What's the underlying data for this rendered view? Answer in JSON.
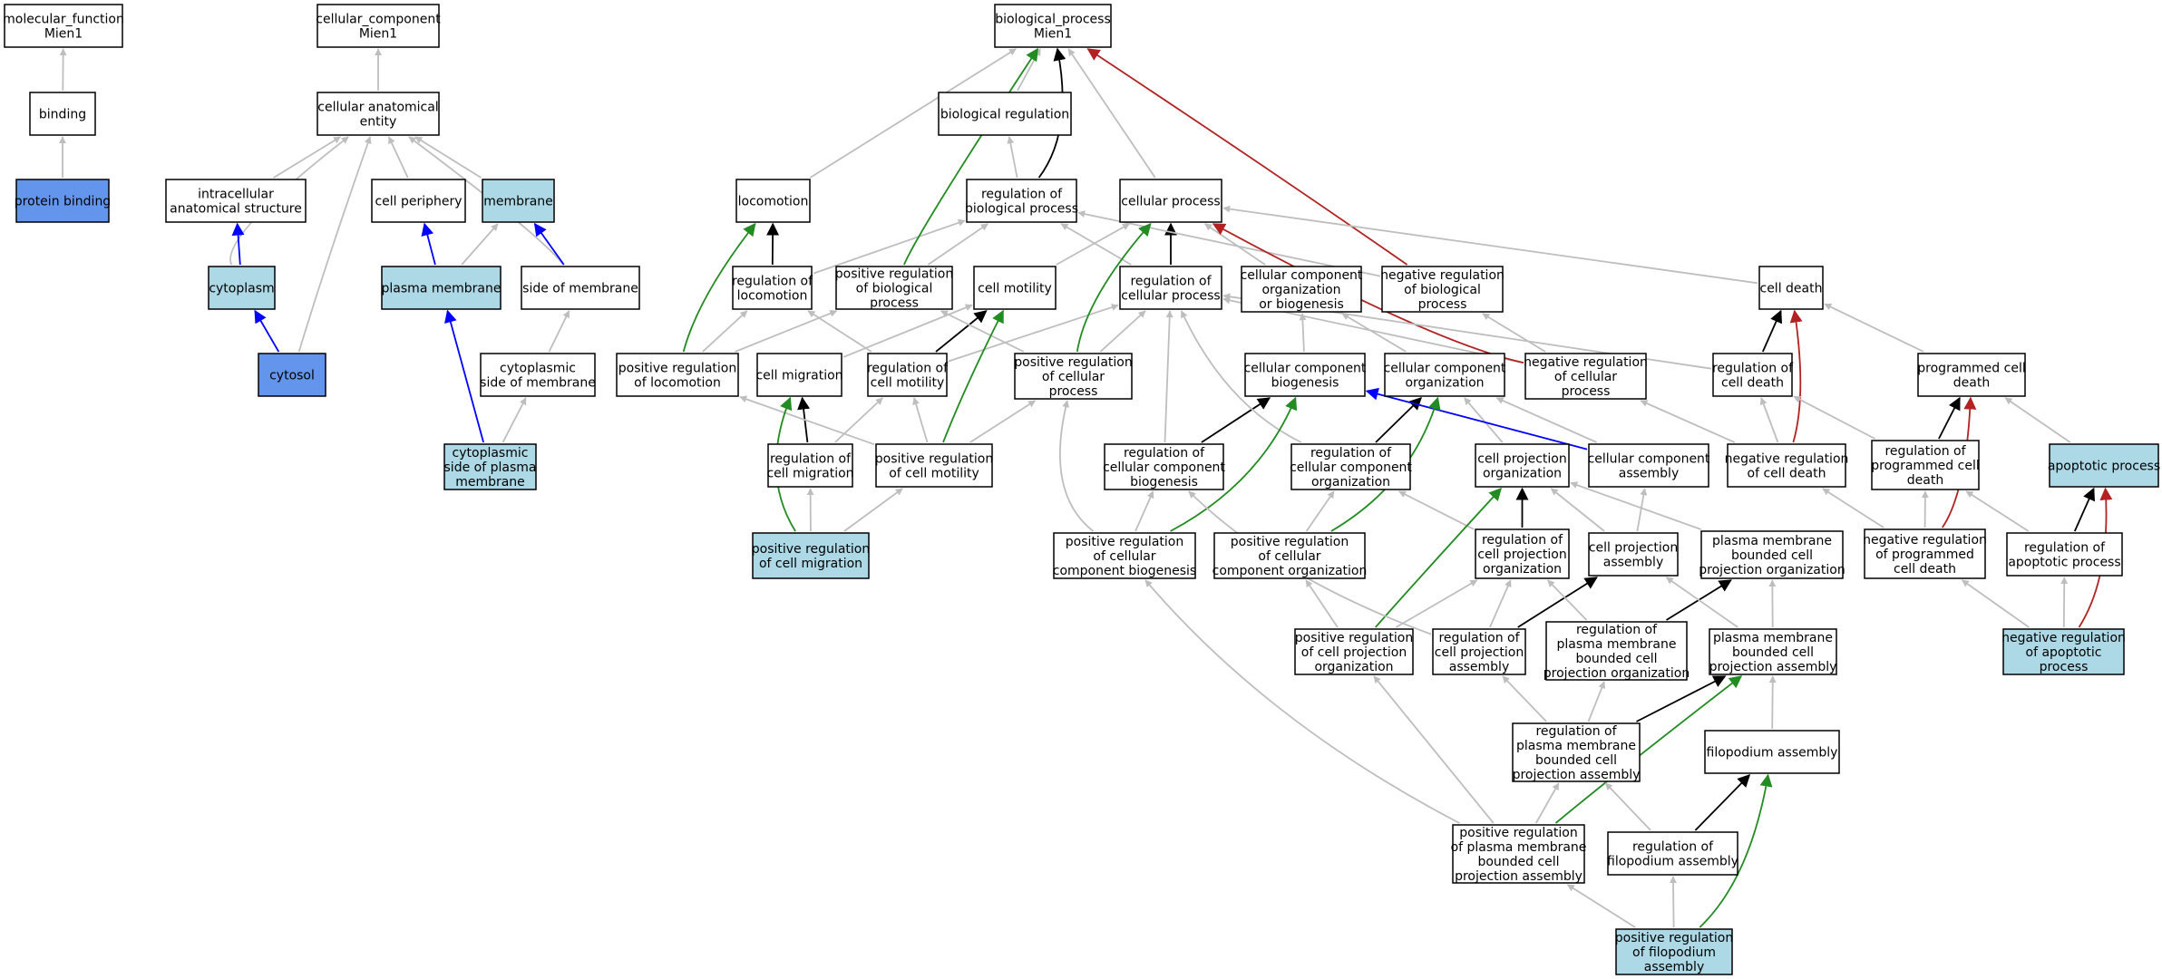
{
  "colors": {
    "background": "#ffffff",
    "node_default": "#ffffff",
    "node_light_blue": "#add8e6",
    "node_blue": "#6495ed",
    "edge_is_a": "#bebebe",
    "edge_part_of": "#0000ff",
    "edge_regulates": "#000000",
    "edge_positively_regulates": "#228b22",
    "edge_negatively_regulates": "#b22222"
  },
  "nodes": [
    {
      "id": "mf_root",
      "lines": [
        "molecular_function",
        "Mien1"
      ],
      "fill": "default"
    },
    {
      "id": "binding",
      "lines": [
        "binding"
      ],
      "fill": "default"
    },
    {
      "id": "protein_binding",
      "lines": [
        "protein binding"
      ],
      "fill": "blue"
    },
    {
      "id": "cc_root",
      "lines": [
        "cellular_component",
        "Mien1"
      ],
      "fill": "default"
    },
    {
      "id": "cae",
      "lines": [
        "cellular anatomical",
        "entity"
      ],
      "fill": "default"
    },
    {
      "id": "ias",
      "lines": [
        "intracellular",
        "anatomical structure"
      ],
      "fill": "default"
    },
    {
      "id": "cell_periphery",
      "lines": [
        "cell periphery"
      ],
      "fill": "default"
    },
    {
      "id": "membrane",
      "lines": [
        "membrane"
      ],
      "fill": "lightblue"
    },
    {
      "id": "cytoplasm",
      "lines": [
        "cytoplasm"
      ],
      "fill": "lightblue"
    },
    {
      "id": "plasma_membrane",
      "lines": [
        "plasma membrane"
      ],
      "fill": "lightblue"
    },
    {
      "id": "side_of_membrane",
      "lines": [
        "side of membrane"
      ],
      "fill": "default"
    },
    {
      "id": "cytosol",
      "lines": [
        "cytosol"
      ],
      "fill": "blue"
    },
    {
      "id": "cyto_side_membrane",
      "lines": [
        "cytoplasmic",
        "side of membrane"
      ],
      "fill": "default"
    },
    {
      "id": "cyto_side_pm",
      "lines": [
        "cytoplasmic",
        "side of plasma",
        "membrane"
      ],
      "fill": "lightblue"
    },
    {
      "id": "bp_root",
      "lines": [
        "biological_process",
        "Mien1"
      ],
      "fill": "default"
    },
    {
      "id": "bio_reg",
      "lines": [
        "biological regulation"
      ],
      "fill": "default"
    },
    {
      "id": "locomotion",
      "lines": [
        "locomotion"
      ],
      "fill": "default"
    },
    {
      "id": "reg_bp",
      "lines": [
        "regulation of",
        "biological process"
      ],
      "fill": "default"
    },
    {
      "id": "cellular_process",
      "lines": [
        "cellular process"
      ],
      "fill": "default"
    },
    {
      "id": "reg_locomotion",
      "lines": [
        "regulation of",
        "locomotion"
      ],
      "fill": "default"
    },
    {
      "id": "pos_reg_bp",
      "lines": [
        "positive regulation",
        "of biological",
        "process"
      ],
      "fill": "default"
    },
    {
      "id": "cell_motility",
      "lines": [
        "cell motility"
      ],
      "fill": "default"
    },
    {
      "id": "reg_cp",
      "lines": [
        "regulation of",
        "cellular process"
      ],
      "fill": "default"
    },
    {
      "id": "ccob",
      "lines": [
        "cellular component",
        "organization",
        "or biogenesis"
      ],
      "fill": "default"
    },
    {
      "id": "neg_reg_bp",
      "lines": [
        "negative regulation",
        "of biological",
        "process"
      ],
      "fill": "default"
    },
    {
      "id": "cell_death",
      "lines": [
        "cell death"
      ],
      "fill": "default"
    },
    {
      "id": "pos_reg_locomotion",
      "lines": [
        "positive regulation",
        "of locomotion"
      ],
      "fill": "default"
    },
    {
      "id": "cell_migration",
      "lines": [
        "cell migration"
      ],
      "fill": "default"
    },
    {
      "id": "reg_cell_motility",
      "lines": [
        "regulation of",
        "cell motility"
      ],
      "fill": "default"
    },
    {
      "id": "pos_reg_cp",
      "lines": [
        "positive regulation",
        "of cellular",
        "process"
      ],
      "fill": "default"
    },
    {
      "id": "cc_biogenesis",
      "lines": [
        "cellular component",
        "biogenesis"
      ],
      "fill": "default"
    },
    {
      "id": "cc_organization",
      "lines": [
        "cellular component",
        "organization"
      ],
      "fill": "default"
    },
    {
      "id": "neg_reg_cp",
      "lines": [
        "negative regulation",
        "of cellular",
        "process"
      ],
      "fill": "default"
    },
    {
      "id": "reg_cell_death",
      "lines": [
        "regulation of",
        "cell death"
      ],
      "fill": "default"
    },
    {
      "id": "pcd",
      "lines": [
        "programmed cell",
        "death"
      ],
      "fill": "default"
    },
    {
      "id": "reg_cell_migration",
      "lines": [
        "regulation of",
        "cell migration"
      ],
      "fill": "default"
    },
    {
      "id": "pos_reg_cell_motility",
      "lines": [
        "positive regulation",
        "of cell motility"
      ],
      "fill": "default"
    },
    {
      "id": "reg_ccb",
      "lines": [
        "regulation of",
        "cellular component",
        "biogenesis"
      ],
      "fill": "default"
    },
    {
      "id": "reg_cco",
      "lines": [
        "regulation of",
        "cellular component",
        "organization"
      ],
      "fill": "default"
    },
    {
      "id": "cpo",
      "lines": [
        "cell projection",
        "organization"
      ],
      "fill": "default"
    },
    {
      "id": "cc_assembly",
      "lines": [
        "cellular component",
        "assembly"
      ],
      "fill": "default"
    },
    {
      "id": "neg_reg_cell_death",
      "lines": [
        "negative regulation",
        "of cell death"
      ],
      "fill": "default"
    },
    {
      "id": "reg_pcd",
      "lines": [
        "regulation of",
        "programmed cell",
        "death"
      ],
      "fill": "default"
    },
    {
      "id": "apoptotic_process",
      "lines": [
        "apoptotic process"
      ],
      "fill": "lightblue"
    },
    {
      "id": "pos_reg_cell_migration",
      "lines": [
        "positive regulation",
        "of cell migration"
      ],
      "fill": "lightblue"
    },
    {
      "id": "pos_reg_ccb",
      "lines": [
        "positive regulation",
        "of cellular",
        "component biogenesis"
      ],
      "fill": "default"
    },
    {
      "id": "pos_reg_cco",
      "lines": [
        "positive regulation",
        "of cellular",
        "component organization"
      ],
      "fill": "default"
    },
    {
      "id": "reg_cpo",
      "lines": [
        "regulation of",
        "cell projection",
        "organization"
      ],
      "fill": "default"
    },
    {
      "id": "cpa",
      "lines": [
        "cell projection",
        "assembly"
      ],
      "fill": "default"
    },
    {
      "id": "pmbcpo",
      "lines": [
        "plasma membrane",
        "bounded cell",
        "projection organization"
      ],
      "fill": "default"
    },
    {
      "id": "neg_reg_pcd",
      "lines": [
        "negative regulation",
        "of programmed",
        "cell death"
      ],
      "fill": "default"
    },
    {
      "id": "reg_apoptotic",
      "lines": [
        "regulation of",
        "apoptotic process"
      ],
      "fill": "default"
    },
    {
      "id": "pos_reg_cpo",
      "lines": [
        "positive regulation",
        "of cell projection",
        "organization"
      ],
      "fill": "default"
    },
    {
      "id": "reg_cpa",
      "lines": [
        "regulation of",
        "cell projection",
        "assembly"
      ],
      "fill": "default"
    },
    {
      "id": "reg_pmbcpo",
      "lines": [
        "regulation of",
        "plasma membrane",
        "bounded cell",
        "projection organization"
      ],
      "fill": "default"
    },
    {
      "id": "pmbcpa",
      "lines": [
        "plasma membrane",
        "bounded cell",
        "projection assembly"
      ],
      "fill": "default"
    },
    {
      "id": "neg_reg_apoptotic",
      "lines": [
        "negative regulation",
        "of apoptotic",
        "process"
      ],
      "fill": "lightblue"
    },
    {
      "id": "reg_pmbcpa",
      "lines": [
        "regulation of",
        "plasma membrane",
        "bounded cell",
        "projection assembly"
      ],
      "fill": "default"
    },
    {
      "id": "filopodium_assembly",
      "lines": [
        "filopodium assembly"
      ],
      "fill": "default"
    },
    {
      "id": "pos_reg_pmbcpa",
      "lines": [
        "positive regulation",
        "of plasma membrane",
        "bounded cell",
        "projection assembly"
      ],
      "fill": "default"
    },
    {
      "id": "reg_filopodium",
      "lines": [
        "regulation of",
        "filopodium assembly"
      ],
      "fill": "default"
    },
    {
      "id": "pos_reg_filopodium",
      "lines": [
        "positive regulation",
        "of filopodium",
        "assembly"
      ],
      "fill": "lightblue"
    }
  ],
  "edges": [
    {
      "from": "binding",
      "to": "mf_root",
      "type": "is_a"
    },
    {
      "from": "protein_binding",
      "to": "binding",
      "type": "is_a"
    },
    {
      "from": "cae",
      "to": "cc_root",
      "type": "is_a"
    },
    {
      "from": "ias",
      "to": "cae",
      "type": "is_a"
    },
    {
      "from": "cell_periphery",
      "to": "cae",
      "type": "is_a"
    },
    {
      "from": "membrane",
      "to": "cae",
      "type": "is_a"
    },
    {
      "from": "cytoplasm",
      "to": "cae",
      "type": "is_a"
    },
    {
      "from": "cytoplasm",
      "to": "ias",
      "type": "part_of"
    },
    {
      "from": "plasma_membrane",
      "to": "cell_periphery",
      "type": "part_of"
    },
    {
      "from": "plasma_membrane",
      "to": "membrane",
      "type": "is_a"
    },
    {
      "from": "side_of_membrane",
      "to": "cae",
      "type": "is_a"
    },
    {
      "from": "side_of_membrane",
      "to": "membrane",
      "type": "part_of"
    },
    {
      "from": "cytosol",
      "to": "cae",
      "type": "is_a"
    },
    {
      "from": "cytosol",
      "to": "cytoplasm",
      "type": "part_of"
    },
    {
      "from": "cyto_side_membrane",
      "to": "side_of_membrane",
      "type": "is_a"
    },
    {
      "from": "cyto_side_pm",
      "to": "cyto_side_membrane",
      "type": "is_a"
    },
    {
      "from": "cyto_side_pm",
      "to": "plasma_membrane",
      "type": "part_of"
    },
    {
      "from": "bio_reg",
      "to": "bp_root",
      "type": "is_a"
    },
    {
      "from": "locomotion",
      "to": "bp_root",
      "type": "is_a"
    },
    {
      "from": "reg_bp",
      "to": "bio_reg",
      "type": "is_a"
    },
    {
      "from": "reg_bp",
      "to": "bp_root",
      "type": "regulates"
    },
    {
      "from": "cellular_process",
      "to": "bp_root",
      "type": "is_a"
    },
    {
      "from": "reg_locomotion",
      "to": "locomotion",
      "type": "regulates"
    },
    {
      "from": "reg_locomotion",
      "to": "reg_bp",
      "type": "is_a"
    },
    {
      "from": "pos_reg_bp",
      "to": "reg_bp",
      "type": "is_a"
    },
    {
      "from": "pos_reg_bp",
      "to": "bp_root",
      "type": "positively_regulates"
    },
    {
      "from": "cell_motility",
      "to": "cellular_process",
      "type": "is_a"
    },
    {
      "from": "reg_cp",
      "to": "reg_bp",
      "type": "is_a"
    },
    {
      "from": "reg_cp",
      "to": "cellular_process",
      "type": "regulates"
    },
    {
      "from": "ccob",
      "to": "cellular_process",
      "type": "is_a"
    },
    {
      "from": "neg_reg_bp",
      "to": "reg_bp",
      "type": "is_a"
    },
    {
      "from": "neg_reg_bp",
      "to": "bp_root",
      "type": "negatively_regulates"
    },
    {
      "from": "cell_death",
      "to": "cellular_process",
      "type": "is_a"
    },
    {
      "from": "pos_reg_locomotion",
      "to": "reg_locomotion",
      "type": "is_a"
    },
    {
      "from": "pos_reg_locomotion",
      "to": "pos_reg_bp",
      "type": "is_a"
    },
    {
      "from": "pos_reg_locomotion",
      "to": "locomotion",
      "type": "positively_regulates"
    },
    {
      "from": "cell_migration",
      "to": "cell_motility",
      "type": "is_a"
    },
    {
      "from": "reg_cell_motility",
      "to": "reg_locomotion",
      "type": "is_a"
    },
    {
      "from": "reg_cell_motility",
      "to": "reg_cp",
      "type": "is_a"
    },
    {
      "from": "reg_cell_motility",
      "to": "cell_motility",
      "type": "regulates"
    },
    {
      "from": "pos_reg_cp",
      "to": "pos_reg_bp",
      "type": "is_a"
    },
    {
      "from": "pos_reg_cp",
      "to": "reg_cp",
      "type": "is_a"
    },
    {
      "from": "pos_reg_cp",
      "to": "cellular_process",
      "type": "positively_regulates"
    },
    {
      "from": "cc_biogenesis",
      "to": "ccob",
      "type": "is_a"
    },
    {
      "from": "cc_organization",
      "to": "ccob",
      "type": "is_a"
    },
    {
      "from": "neg_reg_cp",
      "to": "neg_reg_bp",
      "type": "is_a"
    },
    {
      "from": "neg_reg_cp",
      "to": "reg_cp",
      "type": "is_a"
    },
    {
      "from": "neg_reg_cp",
      "to": "cellular_process",
      "type": "negatively_regulates"
    },
    {
      "from": "reg_cell_death",
      "to": "reg_cp",
      "type": "is_a"
    },
    {
      "from": "reg_cell_death",
      "to": "cell_death",
      "type": "regulates"
    },
    {
      "from": "pcd",
      "to": "cell_death",
      "type": "is_a"
    },
    {
      "from": "reg_cell_migration",
      "to": "cell_migration",
      "type": "regulates"
    },
    {
      "from": "reg_cell_migration",
      "to": "reg_cell_motility",
      "type": "is_a"
    },
    {
      "from": "pos_reg_cell_motility",
      "to": "pos_reg_locomotion",
      "type": "is_a"
    },
    {
      "from": "pos_reg_cell_motility",
      "to": "reg_cell_motility",
      "type": "is_a"
    },
    {
      "from": "pos_reg_cell_motility",
      "to": "pos_reg_cp",
      "type": "is_a"
    },
    {
      "from": "pos_reg_cell_motility",
      "to": "cell_motility",
      "type": "positively_regulates"
    },
    {
      "from": "reg_ccb",
      "to": "reg_cp",
      "type": "is_a"
    },
    {
      "from": "reg_ccb",
      "to": "cc_biogenesis",
      "type": "regulates"
    },
    {
      "from": "reg_cco",
      "to": "reg_cp",
      "type": "is_a"
    },
    {
      "from": "reg_cco",
      "to": "cc_organization",
      "type": "regulates"
    },
    {
      "from": "cpo",
      "to": "cc_organization",
      "type": "is_a"
    },
    {
      "from": "cc_assembly",
      "to": "cc_biogenesis",
      "type": "part_of"
    },
    {
      "from": "cc_assembly",
      "to": "cc_organization",
      "type": "is_a"
    },
    {
      "from": "neg_reg_cell_death",
      "to": "neg_reg_cp",
      "type": "is_a"
    },
    {
      "from": "neg_reg_cell_death",
      "to": "reg_cell_death",
      "type": "is_a"
    },
    {
      "from": "neg_reg_cell_death",
      "to": "cell_death",
      "type": "negatively_regulates"
    },
    {
      "from": "reg_pcd",
      "to": "reg_cell_death",
      "type": "is_a"
    },
    {
      "from": "reg_pcd",
      "to": "pcd",
      "type": "regulates"
    },
    {
      "from": "apoptotic_process",
      "to": "pcd",
      "type": "is_a"
    },
    {
      "from": "pos_reg_cell_migration",
      "to": "reg_cell_migration",
      "type": "is_a"
    },
    {
      "from": "pos_reg_cell_migration",
      "to": "pos_reg_cell_motility",
      "type": "is_a"
    },
    {
      "from": "pos_reg_cell_migration",
      "to": "cell_migration",
      "type": "positively_regulates"
    },
    {
      "from": "pos_reg_ccb",
      "to": "reg_ccb",
      "type": "is_a"
    },
    {
      "from": "pos_reg_ccb",
      "to": "pos_reg_cp",
      "type": "is_a"
    },
    {
      "from": "pos_reg_ccb",
      "to": "cc_biogenesis",
      "type": "positively_regulates"
    },
    {
      "from": "pos_reg_cco",
      "to": "reg_cco",
      "type": "is_a"
    },
    {
      "from": "pos_reg_cco",
      "to": "cc_organization",
      "type": "positively_regulates"
    },
    {
      "from": "reg_cpo",
      "to": "reg_cco",
      "type": "is_a"
    },
    {
      "from": "reg_cpo",
      "to": "cpo",
      "type": "regulates"
    },
    {
      "from": "cpa",
      "to": "cpo",
      "type": "is_a"
    },
    {
      "from": "cpa",
      "to": "cc_assembly",
      "type": "is_a"
    },
    {
      "from": "pmbcpo",
      "to": "cpo",
      "type": "is_a"
    },
    {
      "from": "neg_reg_pcd",
      "to": "neg_reg_cell_death",
      "type": "is_a"
    },
    {
      "from": "neg_reg_pcd",
      "to": "reg_pcd",
      "type": "is_a"
    },
    {
      "from": "neg_reg_pcd",
      "to": "pcd",
      "type": "negatively_regulates"
    },
    {
      "from": "reg_apoptotic",
      "to": "reg_pcd",
      "type": "is_a"
    },
    {
      "from": "reg_apoptotic",
      "to": "apoptotic_process",
      "type": "regulates"
    },
    {
      "from": "pos_reg_cpo",
      "to": "reg_cpo",
      "type": "is_a"
    },
    {
      "from": "pos_reg_cpo",
      "to": "pos_reg_cco",
      "type": "is_a"
    },
    {
      "from": "pos_reg_cpo",
      "to": "cpo",
      "type": "positively_regulates"
    },
    {
      "from": "reg_cpa",
      "to": "reg_cpo",
      "type": "is_a"
    },
    {
      "from": "reg_cpa",
      "to": "reg_ccb",
      "type": "is_a"
    },
    {
      "from": "reg_cpa",
      "to": "cpa",
      "type": "regulates"
    },
    {
      "from": "reg_pmbcpo",
      "to": "reg_cpo",
      "type": "is_a"
    },
    {
      "from": "reg_pmbcpo",
      "to": "pmbcpo",
      "type": "regulates"
    },
    {
      "from": "pmbcpa",
      "to": "cpa",
      "type": "is_a"
    },
    {
      "from": "pmbcpa",
      "to": "pmbcpo",
      "type": "is_a"
    },
    {
      "from": "neg_reg_apoptotic",
      "to": "neg_reg_pcd",
      "type": "is_a"
    },
    {
      "from": "neg_reg_apoptotic",
      "to": "reg_apoptotic",
      "type": "is_a"
    },
    {
      "from": "neg_reg_apoptotic",
      "to": "apoptotic_process",
      "type": "negatively_regulates"
    },
    {
      "from": "reg_pmbcpa",
      "to": "reg_cpa",
      "type": "is_a"
    },
    {
      "from": "reg_pmbcpa",
      "to": "reg_pmbcpo",
      "type": "is_a"
    },
    {
      "from": "reg_pmbcpa",
      "to": "pmbcpa",
      "type": "regulates"
    },
    {
      "from": "filopodium_assembly",
      "to": "pmbcpa",
      "type": "is_a"
    },
    {
      "from": "pos_reg_pmbcpa",
      "to": "reg_pmbcpa",
      "type": "is_a"
    },
    {
      "from": "pos_reg_pmbcpa",
      "to": "pos_reg_cpo",
      "type": "is_a"
    },
    {
      "from": "pos_reg_pmbcpa",
      "to": "pos_reg_ccb",
      "type": "is_a"
    },
    {
      "from": "pos_reg_pmbcpa",
      "to": "pmbcpa",
      "type": "positively_regulates"
    },
    {
      "from": "reg_filopodium",
      "to": "reg_pmbcpa",
      "type": "is_a"
    },
    {
      "from": "reg_filopodium",
      "to": "filopodium_assembly",
      "type": "regulates"
    },
    {
      "from": "pos_reg_filopodium",
      "to": "reg_filopodium",
      "type": "is_a"
    },
    {
      "from": "pos_reg_filopodium",
      "to": "pos_reg_pmbcpa",
      "type": "is_a"
    },
    {
      "from": "pos_reg_filopodium",
      "to": "filopodium_assembly",
      "type": "positively_regulates"
    }
  ]
}
